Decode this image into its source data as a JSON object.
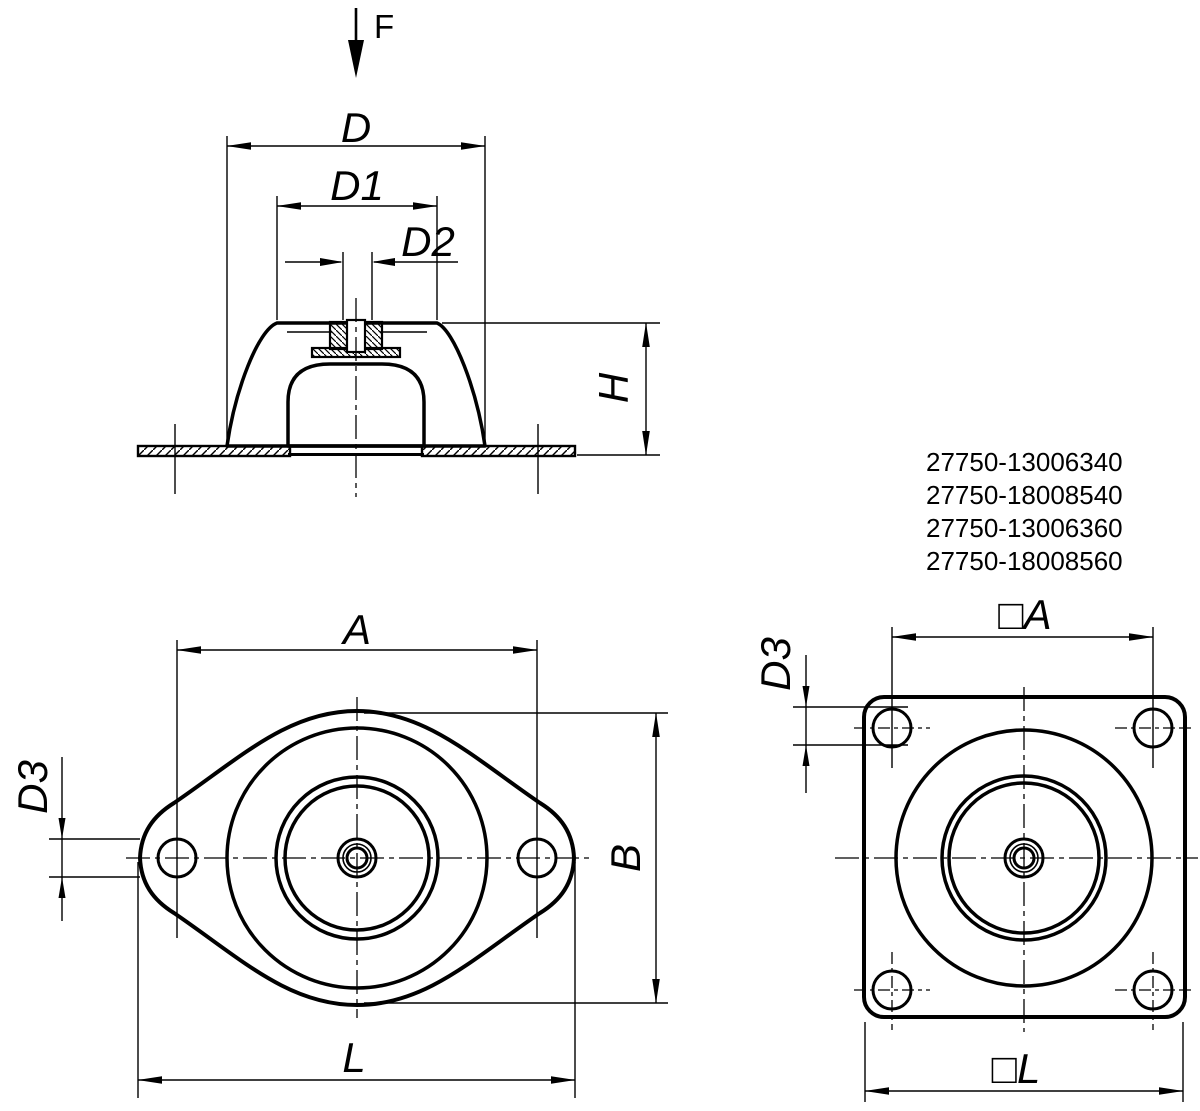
{
  "colors": {
    "line": "#000000",
    "background": "#ffffff"
  },
  "force_arrow": {
    "label": "F"
  },
  "part_numbers": [
    "27750-13006340",
    "27750-18008540",
    "27750-13006360",
    "27750-18008560"
  ],
  "side_view": {
    "labels": {
      "d": "D",
      "d1": "D1",
      "d2": "D2",
      "h": "H"
    }
  },
  "oval_view": {
    "labels": {
      "a": "A",
      "b": "B",
      "l": "L",
      "d3": "D3"
    }
  },
  "square_view": {
    "labels": {
      "a": "□A",
      "l": "□L",
      "d3": "D3"
    }
  }
}
